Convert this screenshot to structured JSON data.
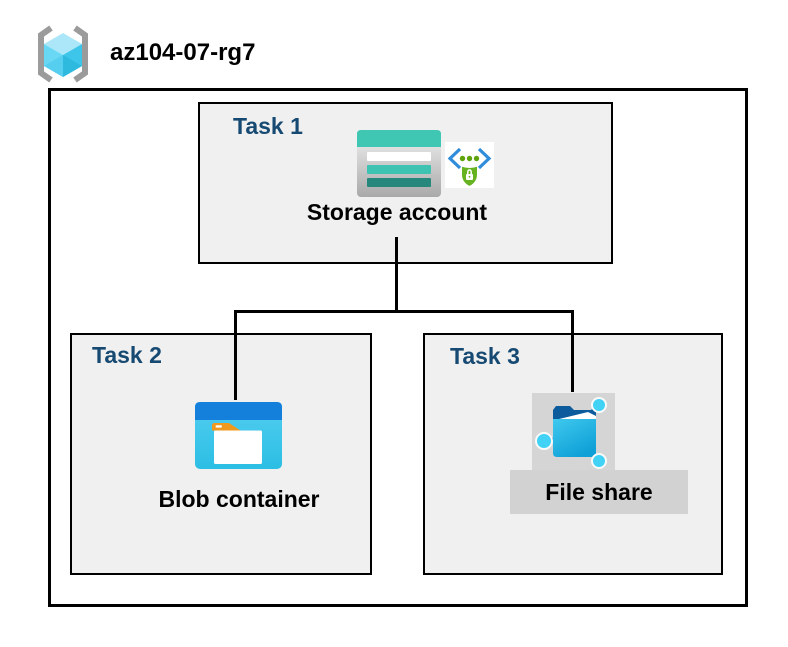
{
  "header": {
    "title": "az104-07-rg7",
    "icon": "resource-group-icon"
  },
  "tasks": {
    "task1": {
      "label": "Task 1",
      "resource": "Storage account",
      "icons": [
        "storage-account-icon",
        "sas-lock-icon"
      ]
    },
    "task2": {
      "label": "Task 2",
      "resource": "Blob container",
      "icons": [
        "blob-container-icon"
      ]
    },
    "task3": {
      "label": "Task 3",
      "resource": "File share",
      "icons": [
        "file-share-icon"
      ]
    }
  },
  "connectors": [
    "storage-account-to-branch",
    "branch-horizontal",
    "branch-to-blob-container",
    "branch-to-file-share"
  ],
  "colors": {
    "task_label": "#174A73",
    "box_fill": "#F0F0F0",
    "storage_teal": "#3EC3B2",
    "storage_teal_dark": "#26887C",
    "blob_blue": "#1580DC",
    "blob_body": "#3CC6EB",
    "folder_tab_orange": "#F0991F",
    "sas_green": "#66B220",
    "sas_bracket_blue": "#2E8CDB",
    "file_share_gray": "#D3D3D3",
    "connector": "#000000"
  }
}
